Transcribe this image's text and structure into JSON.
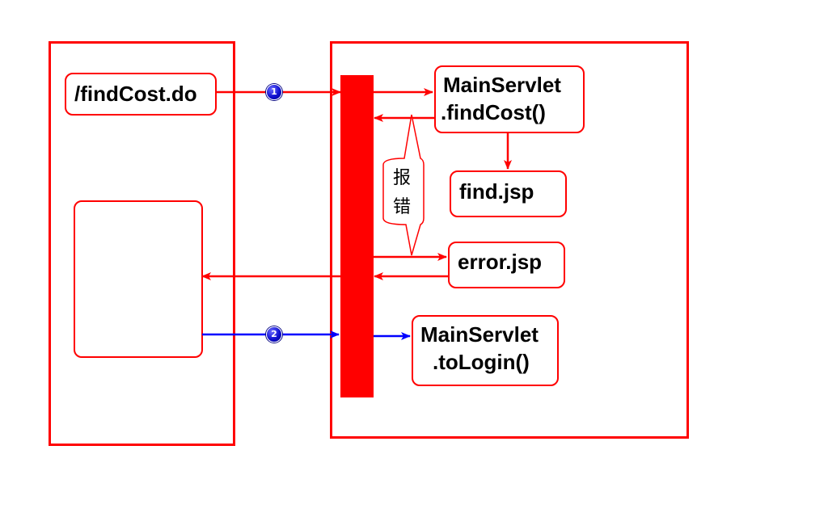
{
  "client": {
    "url_label": "/findCost.do"
  },
  "server": {
    "find_cost_line1": "MainServlet",
    "find_cost_line2": ".findCost()",
    "find_jsp": "find.jsp",
    "error_jsp": "error.jsp",
    "to_login_line1": "MainServlet",
    "to_login_line2": ".toLogin()",
    "error_callout_char1": "报",
    "error_callout_char2": "错"
  },
  "badges": {
    "step1": "1",
    "step2": "2"
  },
  "colors": {
    "primary": "#ff0000",
    "secondary": "#0000ff",
    "badge": "#1010d0"
  }
}
